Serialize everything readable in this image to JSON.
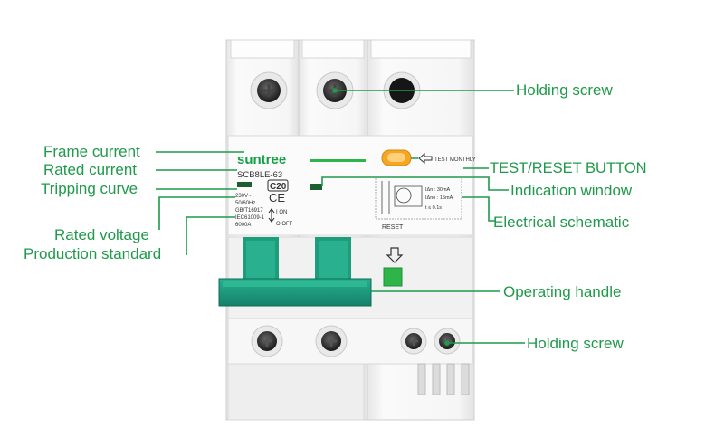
{
  "device": {
    "brand": "suntree",
    "model": "SCB8LE-63",
    "rating": "C20",
    "ratings_text": [
      "230V~",
      "50/60Hz",
      "GB/T16917",
      "IEC61009-1",
      "6000A"
    ],
    "on_label": "I ON",
    "off_label": "O OFF",
    "test_label": "TEST MONTHLY",
    "reset_label": "RESET",
    "schematic_text": [
      "IΔn : 30mA",
      "IΔno : 15mA",
      "t ≤ 0.1s"
    ]
  },
  "callouts": {
    "holding_screw_top": "Holding screw",
    "frame_current": "Frame current",
    "rated_current": "Rated current",
    "tripping_curve": "Tripping curve",
    "rated_voltage": "Rated voltage",
    "production_standard": "Production standard",
    "test_reset_button": "TEST/RESET BUTTON",
    "indication_window": "Indication window",
    "electrical_schematic": "Electrical schematic",
    "operating_handle": "Operating handle",
    "holding_screw_bottom": "Holding screw"
  },
  "colors": {
    "label_green": "#1f9a4a",
    "handle_green": "#1a9a7a",
    "indicator_green": "#2db54a",
    "test_button_orange": "#f5a623",
    "body_white": "#f4f4f4"
  }
}
